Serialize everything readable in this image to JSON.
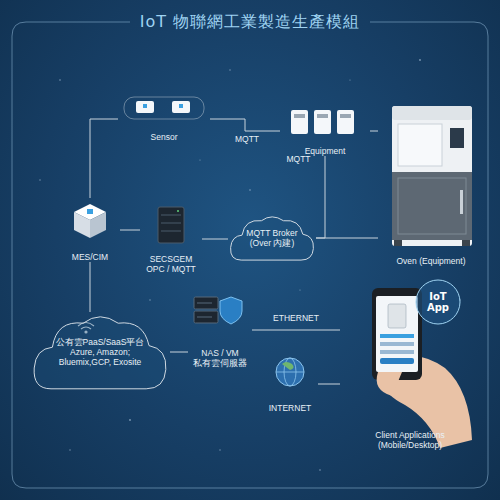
{
  "diagram": {
    "title": "IoT 物聯網工業製造生產模組",
    "nodes": [
      {
        "text": [
          "Sensor"
        ]
      },
      {
        "text": [
          "Equipment"
        ]
      },
      {
        "text": [
          "Oven (Equipment)"
        ]
      },
      {
        "text": [
          "MES/CIM"
        ]
      },
      {
        "text": [
          "SECSGEM OPC / MQTT"
        ]
      },
      {
        "text": [
          "MQTT Broker (Over 內建)"
        ]
      },
      {
        "text": [
          "公有雲PaaS/SaaS平台 Azure, Amazon; Bluemix,GCP, Exosite"
        ]
      },
      {
        "text": [
          "NAS / VM",
          "私有雲伺服器"
        ]
      },
      {
        "text": [
          "INTERNET"
        ]
      },
      {
        "text": [
          "Client Applications (Mobile/Desktop)"
        ]
      }
    ],
    "edges": [
      {
        "from": 3,
        "to": 0,
        "arrow": "none"
      },
      {
        "from": 0,
        "to": 1,
        "label": "MQTT",
        "arrow": "none"
      },
      {
        "from": 1,
        "to": 2,
        "arrow": "none"
      },
      {
        "from": 1,
        "to": 5,
        "label": "MQTT",
        "arrow": "none"
      },
      {
        "from": 3,
        "to": 4,
        "arrow": "none"
      },
      {
        "from": 4,
        "to": 5,
        "arrow": "none"
      },
      {
        "from": 5,
        "to": 2,
        "arrow": "none"
      },
      {
        "from": 3,
        "to": 6,
        "arrow": "none"
      },
      {
        "from": 6,
        "to": 7,
        "arrow": "none"
      },
      {
        "from": 7,
        "to": 9,
        "label": "ETHERNET",
        "arrow": "none"
      },
      {
        "from": 8,
        "to": 9,
        "arrow": "none"
      }
    ],
    "labels": [
      "IoT App"
    ]
  }
}
